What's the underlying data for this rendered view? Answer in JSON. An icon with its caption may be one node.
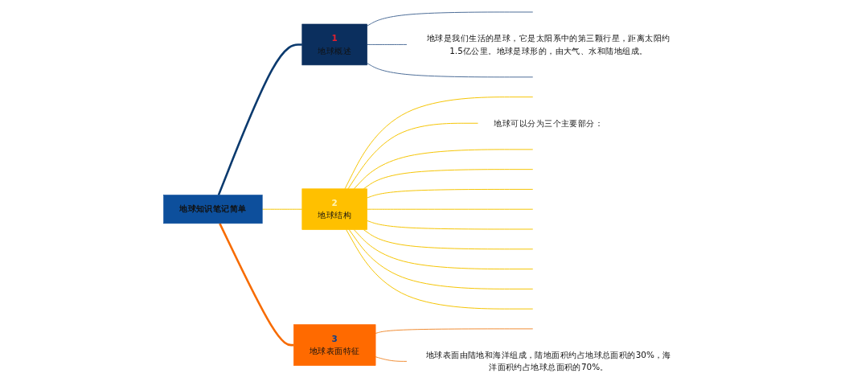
{
  "diagram": {
    "nodes": [
      {
        "text": [
          "地球知识笔记简单"
        ]
      },
      {
        "text": [
          "1",
          "地球概述"
        ]
      },
      {
        "text": [
          "2",
          "地球结构"
        ]
      },
      {
        "text": [
          "3",
          "地球表面特征"
        ]
      },
      {
        "text": [
          "地球是我们生活的星球，它是太阳系中的第三颗行星，距离太阳约1.5亿公里。地球是球形的，由大气、水和陆地组成。"
        ]
      },
      {
        "text": [
          "地球可以分为三个主要部分："
        ]
      },
      {
        "text": [
          "地球表面由陆地和海洋组成，陆地面积约占地球总面积的30%，海洋面积约占地球总面积的70%。"
        ]
      }
    ],
    "edges": [
      {
        "from": 0,
        "to": 1,
        "arrow": "none",
        "style": "thick",
        "color": "#0b3a6e"
      },
      {
        "from": 0,
        "to": 2,
        "arrow": "none"
      },
      {
        "from": 0,
        "to": 3,
        "arrow": "none",
        "style": "thick",
        "color": "#f76b00"
      },
      {
        "from": 1,
        "to": null,
        "arrow": "none",
        "color": "#4a6a96"
      },
      {
        "from": 1,
        "to": 4,
        "arrow": "none",
        "color": "#4a6a96"
      },
      {
        "from": 1,
        "to": null,
        "arrow": "none",
        "color": "#4a6a96"
      },
      {
        "from": 2,
        "to": null,
        "arrow": "none"
      },
      {
        "from": 2,
        "to": 5,
        "arrow": "none"
      },
      {
        "from": 2,
        "to": null,
        "arrow": "none"
      },
      {
        "from": 2,
        "to": null,
        "arrow": "none"
      },
      {
        "from": 2,
        "to": null,
        "arrow": "none"
      },
      {
        "from": 2,
        "to": null,
        "arrow": "none"
      },
      {
        "from": 2,
        "to": null,
        "arrow": "none"
      },
      {
        "from": 2,
        "to": null,
        "arrow": "none"
      },
      {
        "from": 2,
        "to": null,
        "arrow": "none"
      },
      {
        "from": 2,
        "to": null,
        "arrow": "none"
      },
      {
        "from": 2,
        "to": null,
        "arrow": "none"
      },
      {
        "from": 3,
        "to": null,
        "arrow": "none",
        "color": "#f08a30"
      },
      {
        "from": 3,
        "to": 6,
        "arrow": "none",
        "color": "#f08a30"
      }
    ]
  }
}
